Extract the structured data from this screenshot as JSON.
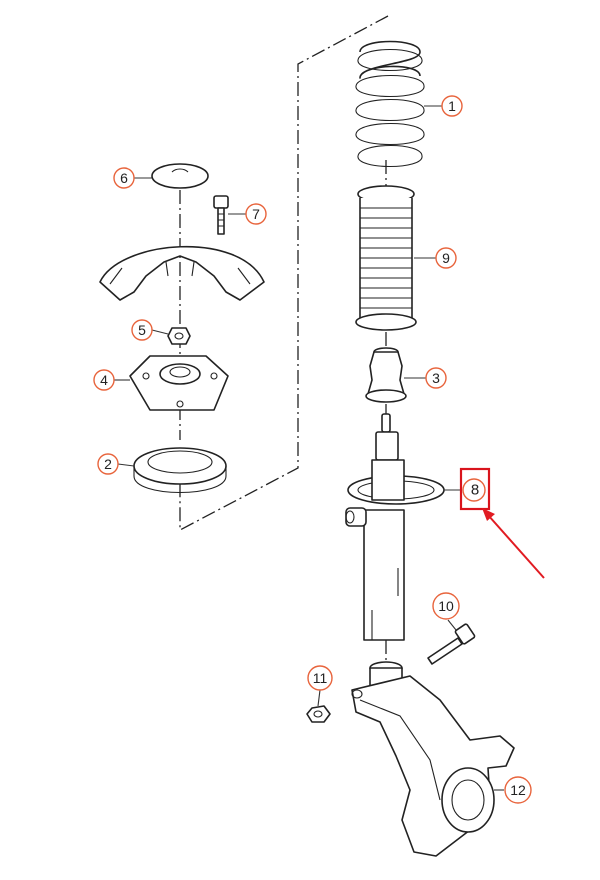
{
  "callouts": {
    "c1": "1",
    "c2": "2",
    "c3": "3",
    "c4": "4",
    "c5": "5",
    "c6": "6",
    "c7": "7",
    "c8": "8",
    "c9": "9",
    "c10": "10",
    "c11": "11",
    "c12": "12"
  },
  "colors": {
    "callout_ring": "#e8643c",
    "highlight": "#d9141c"
  }
}
